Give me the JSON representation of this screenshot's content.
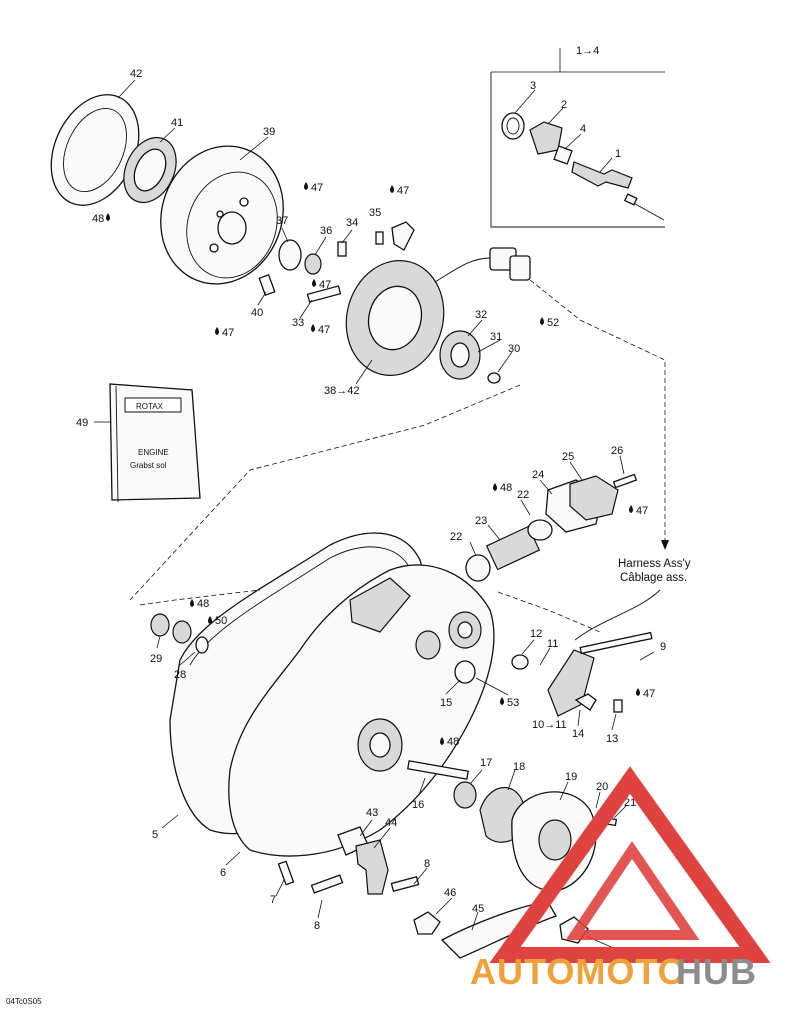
{
  "kit": {
    "range_label": "1→4"
  },
  "callouts": [
    {
      "id": "c1",
      "text": "1"
    },
    {
      "id": "c2",
      "text": "2"
    },
    {
      "id": "c3",
      "text": "3"
    },
    {
      "id": "c4",
      "text": "4"
    },
    {
      "id": "c5",
      "text": "5"
    },
    {
      "id": "c6",
      "text": "6"
    },
    {
      "id": "c7",
      "text": "7"
    },
    {
      "id": "c8a",
      "text": "8"
    },
    {
      "id": "c8b",
      "text": "8"
    },
    {
      "id": "c9",
      "text": "9"
    },
    {
      "id": "c10",
      "text": "10→11"
    },
    {
      "id": "c11",
      "text": "11"
    },
    {
      "id": "c12",
      "text": "12"
    },
    {
      "id": "c13",
      "text": "13"
    },
    {
      "id": "c14",
      "text": "14"
    },
    {
      "id": "c15",
      "text": "15"
    },
    {
      "id": "c16",
      "text": "16"
    },
    {
      "id": "c17",
      "text": "17"
    },
    {
      "id": "c18",
      "text": "18"
    },
    {
      "id": "c19",
      "text": "19"
    },
    {
      "id": "c20",
      "text": "20"
    },
    {
      "id": "c21",
      "text": "21"
    },
    {
      "id": "c22a",
      "text": "22"
    },
    {
      "id": "c22b",
      "text": "22"
    },
    {
      "id": "c23",
      "text": "23"
    },
    {
      "id": "c24",
      "text": "24"
    },
    {
      "id": "c25",
      "text": "25"
    },
    {
      "id": "c26",
      "text": "26"
    },
    {
      "id": "c28",
      "text": "28"
    },
    {
      "id": "c29",
      "text": "29"
    },
    {
      "id": "c30",
      "text": "30"
    },
    {
      "id": "c31",
      "text": "31"
    },
    {
      "id": "c32",
      "text": "32"
    },
    {
      "id": "c33",
      "text": "33"
    },
    {
      "id": "c34",
      "text": "34"
    },
    {
      "id": "c35",
      "text": "35"
    },
    {
      "id": "c36",
      "text": "36"
    },
    {
      "id": "c37",
      "text": "37"
    },
    {
      "id": "c38",
      "text": "38→42"
    },
    {
      "id": "c39",
      "text": "39"
    },
    {
      "id": "c40",
      "text": "40"
    },
    {
      "id": "c41",
      "text": "41"
    },
    {
      "id": "c42",
      "text": "42"
    },
    {
      "id": "c43",
      "text": "43"
    },
    {
      "id": "c44",
      "text": "44"
    },
    {
      "id": "c45",
      "text": "45"
    },
    {
      "id": "c46a",
      "text": "46"
    },
    {
      "id": "c46b",
      "text": "46"
    },
    {
      "id": "c49",
      "text": "49"
    }
  ],
  "lubricant_marks": [
    {
      "id": "l47a",
      "text": "47"
    },
    {
      "id": "l47b",
      "text": "47"
    },
    {
      "id": "l47c",
      "text": "47"
    },
    {
      "id": "l47d",
      "text": "47"
    },
    {
      "id": "l47e",
      "text": "47"
    },
    {
      "id": "l47f",
      "text": "47"
    },
    {
      "id": "l47g",
      "text": "47"
    },
    {
      "id": "l48a",
      "text": "48"
    },
    {
      "id": "l48b",
      "text": "48"
    },
    {
      "id": "l48c",
      "text": "48"
    },
    {
      "id": "l48d",
      "text": "48"
    },
    {
      "id": "l50",
      "text": "50"
    },
    {
      "id": "l52",
      "text": "52"
    },
    {
      "id": "l53",
      "text": "53"
    }
  ],
  "harness_note": {
    "line1": "Harness Ass'y",
    "line2": "Câblage ass."
  },
  "manual": {
    "brand": "ROTAX",
    "title": "ENGINE",
    "subtitle": "Grabst sol"
  },
  "figure_code": "04Tc0S05",
  "watermark": {
    "part1": "AUTOMOTO",
    "part2": "HUB",
    "color_orange": "#f2a03a",
    "color_gray": "#8c8c8c",
    "color_red": "#e0433f"
  }
}
